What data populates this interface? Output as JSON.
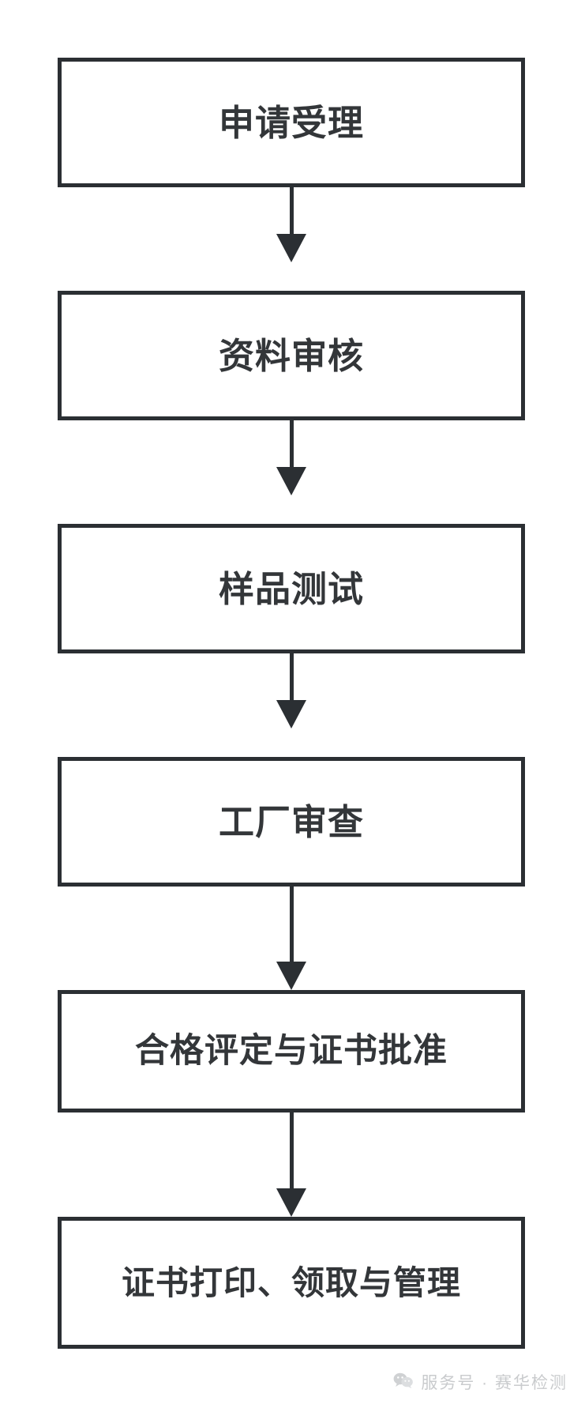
{
  "diagram": {
    "type": "flowchart",
    "orientation": "vertical",
    "title": "",
    "style": {
      "box_border_color": "#2b2f33",
      "box_fill_color": "#ffffff",
      "text_color": "#333639",
      "arrow_color": "#2b2f33",
      "background_color": "#ffffff"
    },
    "nodes": [
      {
        "id": "n1",
        "label": "申请受理"
      },
      {
        "id": "n2",
        "label": "资料审核"
      },
      {
        "id": "n3",
        "label": "样品测试"
      },
      {
        "id": "n4",
        "label": "工厂审查"
      },
      {
        "id": "n5",
        "label": "合格评定与证书批准"
      },
      {
        "id": "n6",
        "label": "证书打印、领取与管理"
      }
    ],
    "edges": [
      {
        "from": "n1",
        "to": "n2",
        "arrow": "down-arrow"
      },
      {
        "from": "n2",
        "to": "n3",
        "arrow": "down-arrow"
      },
      {
        "from": "n3",
        "to": "n4",
        "arrow": "down-arrow"
      },
      {
        "from": "n4",
        "to": "n5",
        "arrow": "down-arrow"
      },
      {
        "from": "n5",
        "to": "n6",
        "arrow": "down-arrow"
      }
    ]
  },
  "watermark": {
    "icon": "wechat-icon",
    "text": "服务号 · 赛华检测",
    "color": "#c9cbcd"
  }
}
